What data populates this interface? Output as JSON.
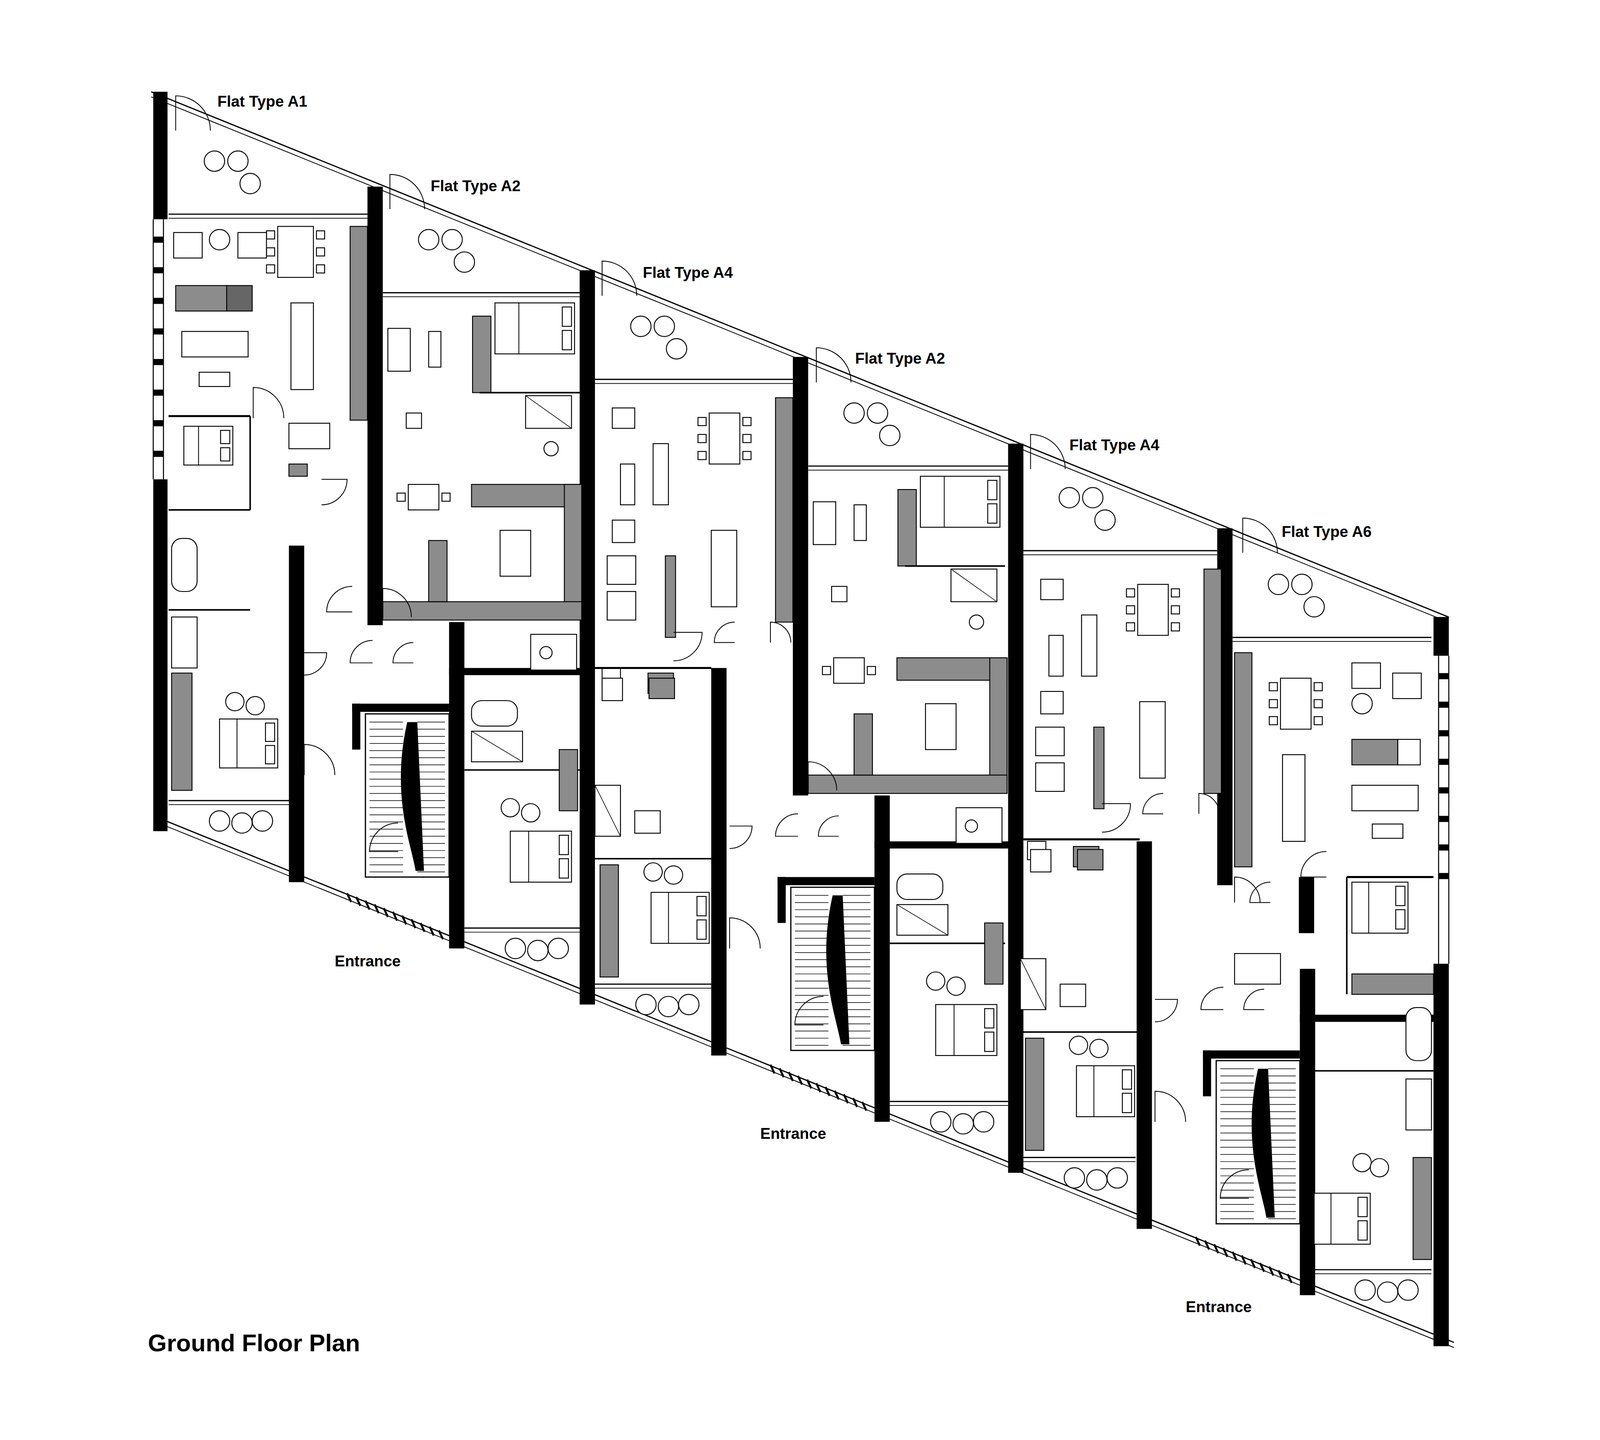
{
  "diagram": {
    "title": "Ground Floor Plan",
    "labels": [
      "Flat Type A1",
      "Flat Type A2",
      "Flat Type A4",
      "Flat Type A2",
      "Flat Type A4",
      "Flat Type A6",
      "Entrance",
      "Entrance",
      "Entrance"
    ]
  }
}
